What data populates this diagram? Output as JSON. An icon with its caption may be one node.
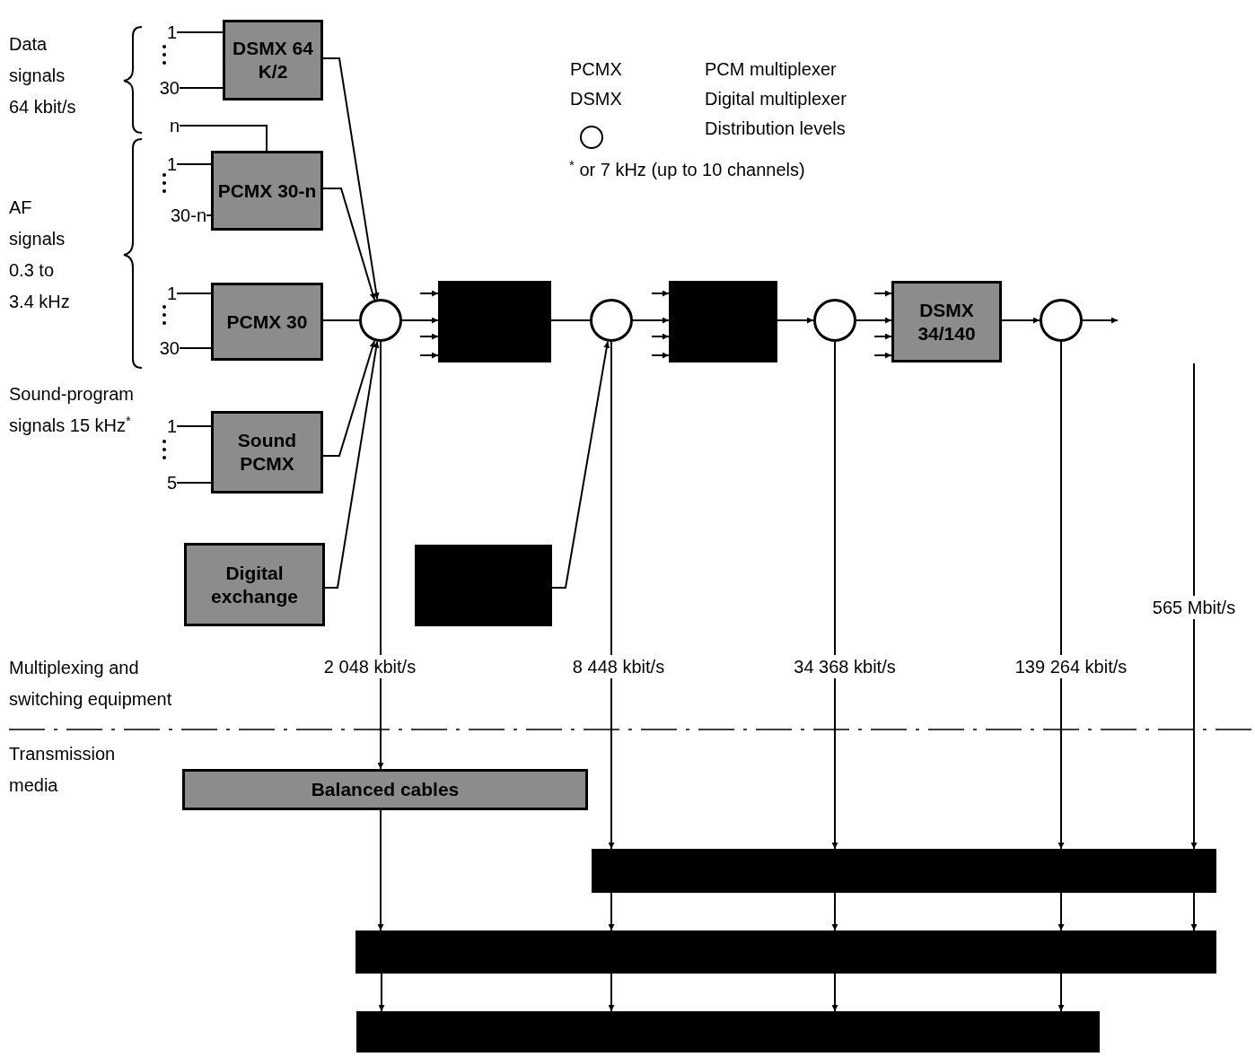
{
  "diagram": {
    "nodes": [
      {
        "text": [
          "DSMX 64 K/2"
        ]
      },
      {
        "text": [
          "PCMX 30-n"
        ]
      },
      {
        "text": [
          "PCMX 30"
        ]
      },
      {
        "text": [
          "Sound PCMX"
        ]
      },
      {
        "text": [
          "Digital exchange"
        ]
      },
      {
        "text": [],
        "shape": "circle"
      },
      {
        "text": [],
        "shape": "box"
      },
      {
        "text": [],
        "shape": "circle"
      },
      {
        "text": [],
        "shape": "box"
      },
      {
        "text": [],
        "shape": "circle"
      },
      {
        "text": [
          "DSMX 34/140"
        ]
      },
      {
        "text": [],
        "shape": "circle"
      },
      {
        "text": [],
        "shape": "box"
      },
      {
        "text": [
          "Balanced cables"
        ]
      },
      {
        "text": [],
        "shape": "bar"
      },
      {
        "text": [],
        "shape": "bar"
      },
      {
        "text": [],
        "shape": "bar"
      },
      {
        "text": [
          "1"
        ]
      },
      {
        "text": [
          "30"
        ]
      },
      {
        "text": [
          "n"
        ]
      },
      {
        "text": [
          "1"
        ]
      },
      {
        "text": [
          "30-n"
        ]
      },
      {
        "text": [
          "1"
        ]
      },
      {
        "text": [
          "30"
        ]
      },
      {
        "text": [
          "1"
        ]
      },
      {
        "text": [
          "5"
        ]
      }
    ],
    "edges": [
      {
        "from": 17,
        "to": 0,
        "arrow": "none"
      },
      {
        "from": 18,
        "to": 0,
        "arrow": "none"
      },
      {
        "from": 19,
        "to": 1,
        "arrow": "none"
      },
      {
        "from": 20,
        "to": 1,
        "arrow": "none"
      },
      {
        "from": 21,
        "to": 1,
        "arrow": "none"
      },
      {
        "from": 22,
        "to": 2,
        "arrow": "none"
      },
      {
        "from": 23,
        "to": 2,
        "arrow": "none"
      },
      {
        "from": 24,
        "to": 3,
        "arrow": "none"
      },
      {
        "from": 25,
        "to": 3,
        "arrow": "none"
      },
      {
        "from": 0,
        "to": 5,
        "arrow": "to"
      },
      {
        "from": 1,
        "to": 5,
        "arrow": "to"
      },
      {
        "from": 2,
        "to": 5,
        "arrow": "none"
      },
      {
        "from": 3,
        "to": 5,
        "arrow": "to"
      },
      {
        "from": 4,
        "to": 5,
        "arrow": "to"
      },
      {
        "from": 5,
        "to": 6,
        "arrow": "to"
      },
      {
        "from": null,
        "to": 6,
        "arrow": "to"
      },
      {
        "from": null,
        "to": 6,
        "arrow": "to"
      },
      {
        "from": null,
        "to": 6,
        "arrow": "to"
      },
      {
        "from": 6,
        "to": 7,
        "arrow": "none"
      },
      {
        "from": 7,
        "to": 8,
        "arrow": "to"
      },
      {
        "from": null,
        "to": 8,
        "arrow": "to"
      },
      {
        "from": null,
        "to": 8,
        "arrow": "to"
      },
      {
        "from": null,
        "to": 8,
        "arrow": "to"
      },
      {
        "from": 8,
        "to": 9,
        "arrow": "to"
      },
      {
        "from": 9,
        "to": 10,
        "arrow": "to"
      },
      {
        "from": null,
        "to": 10,
        "arrow": "to"
      },
      {
        "from": null,
        "to": 10,
        "arrow": "to"
      },
      {
        "from": null,
        "to": 10,
        "arrow": "to"
      },
      {
        "from": 10,
        "to": 11,
        "arrow": "to"
      },
      {
        "from": 11,
        "to": null,
        "arrow": "to"
      },
      {
        "from": 12,
        "to": 7,
        "arrow": "to"
      },
      {
        "from": 5,
        "to": 13,
        "arrow": "to",
        "label": "2 048 kbit/s"
      },
      {
        "from": 7,
        "to": 14,
        "arrow": "to",
        "label": "8 448 kbit/s"
      },
      {
        "from": 9,
        "to": 14,
        "arrow": "to",
        "label": "34 368 kbit/s"
      },
      {
        "from": 11,
        "to": 14,
        "arrow": "to",
        "label": "139 264 kbit/s"
      },
      {
        "from": null,
        "to": 14,
        "arrow": "to",
        "label": "565 Mbit/s"
      },
      {
        "from": 13,
        "to": 15,
        "arrow": "to"
      },
      {
        "from": 14,
        "to": 15,
        "arrow": "to"
      },
      {
        "from": 14,
        "to": 15,
        "arrow": "to"
      },
      {
        "from": 14,
        "to": 15,
        "arrow": "to"
      },
      {
        "from": 14,
        "to": 15,
        "arrow": "to"
      },
      {
        "from": 15,
        "to": 16,
        "arrow": "to"
      },
      {
        "from": 15,
        "to": 16,
        "arrow": "to"
      },
      {
        "from": 15,
        "to": 16,
        "arrow": "to"
      },
      {
        "from": 15,
        "to": 16,
        "arrow": "to"
      }
    ],
    "labels": [
      "Data signals 64 kbit/s",
      "AF signals 0.3 to 3.4 kHz",
      "Sound-program signals 15 kHz$^{*}$",
      "PCMX",
      "PCM multiplexer",
      "DSMX",
      "Digital multiplexer",
      "Distribution levels",
      "$^{*}$ or 7 kHz (up to 10 channels)",
      "Multiplexing and switching equipment",
      "Transmission media"
    ]
  }
}
